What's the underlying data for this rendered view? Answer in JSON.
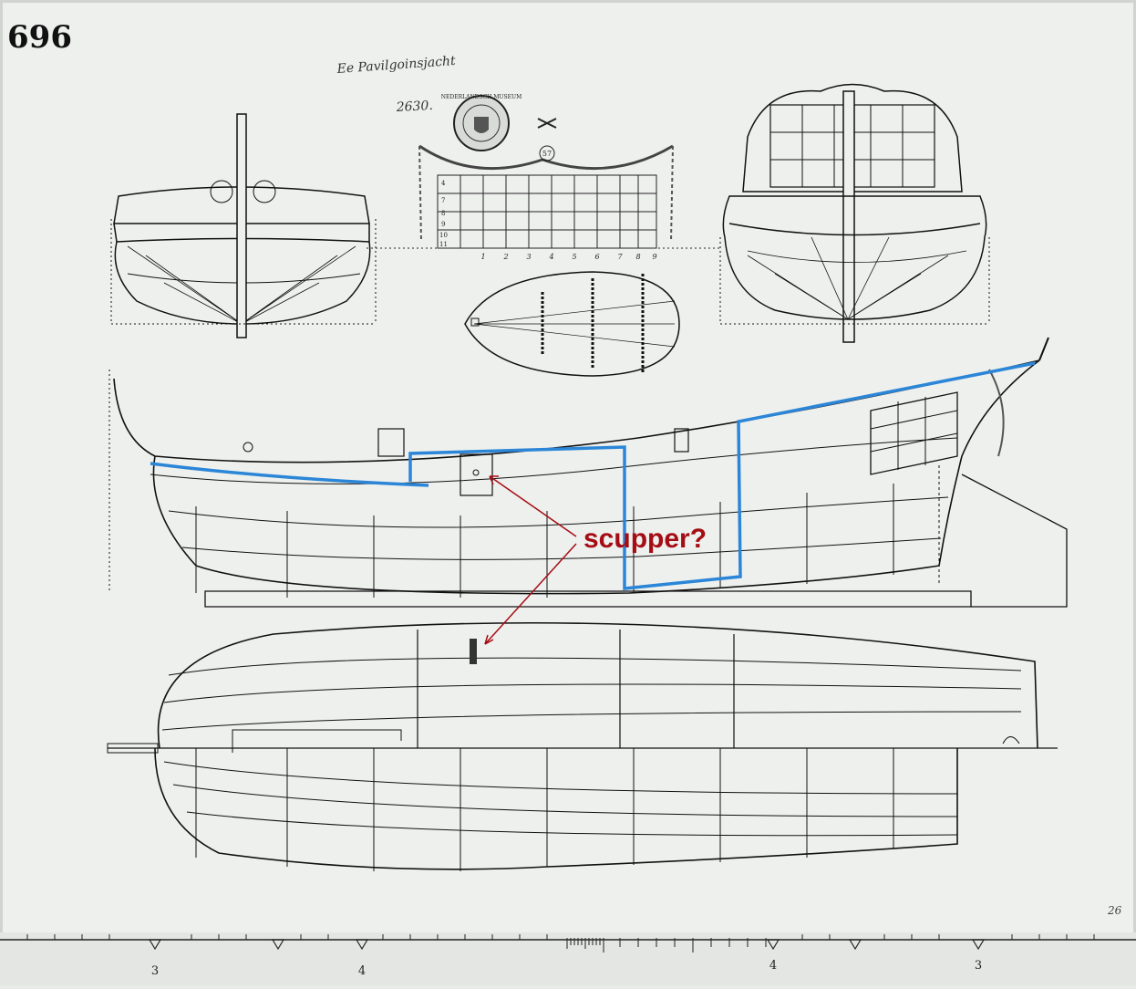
{
  "plate_number": "696",
  "handwritten_title": "Ee Pavilgoinsjacht",
  "handwritten_year": "2630.",
  "seal_text": "NEDERLANDSCH MUSEUM",
  "cartouche_number": "57",
  "corner_mark": "26",
  "annotation": {
    "label": "scupper?",
    "color": "#a50d14"
  },
  "highlight_color": "#2b86d8",
  "scale_grid": {
    "row_numbers": [
      "4",
      "7",
      "8",
      "9",
      "10",
      "11"
    ],
    "column_numbers": [
      "1",
      "2",
      "3",
      "4",
      "5",
      "6",
      "7",
      "8",
      "9"
    ]
  },
  "ruler": {
    "labels": [
      "3",
      "4",
      "4",
      "3"
    ]
  }
}
